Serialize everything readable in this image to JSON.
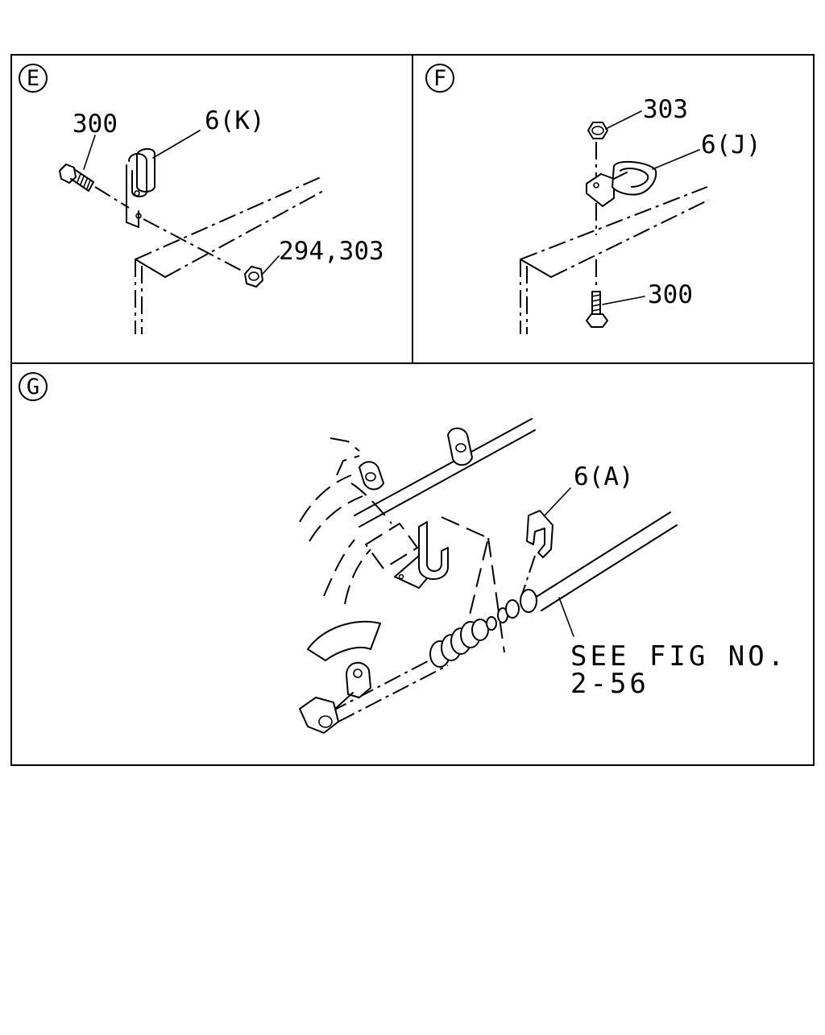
{
  "panels": [
    {
      "id": "E",
      "callouts": [
        "300",
        "6(K)",
        "294,303"
      ]
    },
    {
      "id": "F",
      "callouts": [
        "303",
        "6(J)",
        "300"
      ]
    },
    {
      "id": "G",
      "callouts": [
        "6(A)"
      ],
      "note_line1": "SEE FIG NO.",
      "note_line2": "2-56"
    }
  ]
}
